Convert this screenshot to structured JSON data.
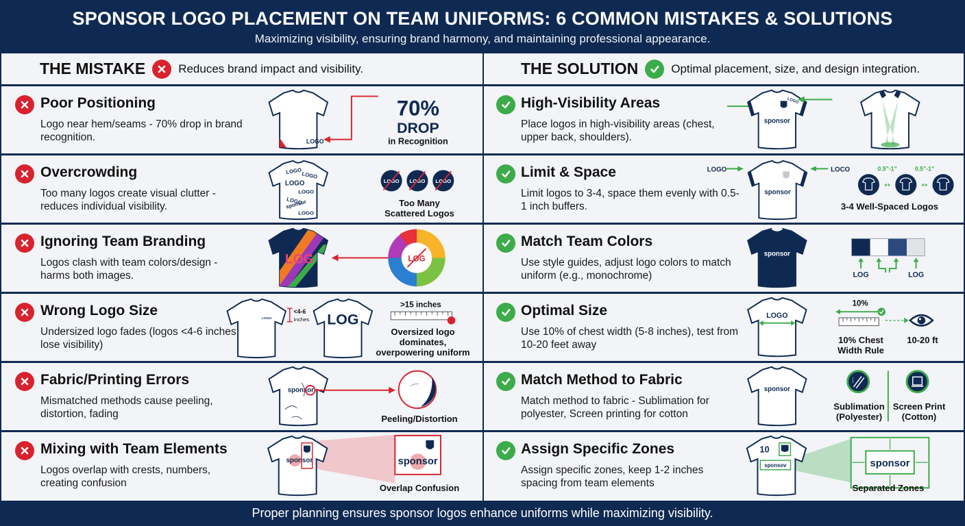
{
  "header": {
    "title": "SPONSOR LOGO PLACEMENT ON TEAM UNIFORMS: 6 COMMON MISTAKES & SOLUTIONS",
    "subtitle": "Maximizing visibility, ensuring brand harmony, and maintaining professional appearance."
  },
  "mistakes": {
    "heading": "THE MISTAKE",
    "heading_desc": "Reduces brand impact and visibility.",
    "icon": "x-circle-icon",
    "accent_color": "#d8232f",
    "items": [
      {
        "title": "Poor Positioning",
        "desc": "Logo near hem/seams - 70% drop in brand recognition.",
        "shirt_label": "LOGO",
        "stat_big": "70%",
        "stat_mid": "DROP",
        "stat_small": "in Recognition"
      },
      {
        "title": "Overcrowding",
        "desc": "Too many logos create visual clutter - reduces individual visibility.",
        "shirt_labels": [
          "LOGO",
          "LOGO",
          "LOGO",
          "LOGO",
          "LOGO",
          "sponsor",
          "LOGO"
        ],
        "circle_label": "LOGO",
        "caption": "Too Many Scattered Logos"
      },
      {
        "title": "Ignoring Team Branding",
        "desc": "Logos clash with team colors/design - harms both images.",
        "shirt_label": "LOG",
        "wheel_label": "LOG"
      },
      {
        "title": "Wrong Logo Size",
        "desc": "Undersized logo fades (logos <4-6 inches lose visibility)",
        "small_shirt_label": "LOGO",
        "measure_label": "<4-6 Inches",
        "big_shirt_label": "LOG",
        "ruler_label": ">15 inches",
        "caption": "Oversized logo dominates, overpowering uniform"
      },
      {
        "title": "Fabric/Printing Errors",
        "desc": "Mismatched methods cause peeling, distortion, fading",
        "shirt_label": "sponsor",
        "caption": "Peeling/Distortion"
      },
      {
        "title": "Mixing with Team Elements",
        "desc": "Logos overlap with crests, numbers, creating confusion",
        "shirt_label": "sponsor",
        "zoom_label": "sponsor",
        "caption": "Overlap Confusion"
      }
    ]
  },
  "solutions": {
    "heading": "THE SOLUTION",
    "heading_desc": "Optimal placement, size, and design integration.",
    "icon": "check-circle-icon",
    "accent_color": "#3cab4a",
    "items": [
      {
        "title": "High-Visibility Areas",
        "desc": "Place logos in high-visibility areas (chest, upper back, shoulders).",
        "shirt_label": "sponsor",
        "sleeve_label": "LOGO"
      },
      {
        "title": "Limit & Space",
        "desc": "Limit logos to 3-4, space them evenly with 0.5-1 inch buffers.",
        "left_label": "LOGO",
        "right_label": "LOCO",
        "shirt_label": "sponsor",
        "spacing_labels": [
          "0.5\"-1\"",
          "0.5\"-1\""
        ],
        "caption": "3-4 Well-Spaced Logos"
      },
      {
        "title": "Match Team Colors",
        "desc": "Use style guides, adjust logo colors to match uniform (e.g., monochrome)",
        "shirt_label": "sponsor",
        "swatches": [
          "#0f2a52",
          "#f7f8fa",
          "#2c4a7e",
          "#e2e3e5"
        ],
        "swatch_labels": [
          "LOG",
          "LOG"
        ]
      },
      {
        "title": "Optimal Size",
        "desc": "Use 10% of chest width (5-8 inches), test from 10-20 feet away",
        "shirt_label": "LOGO",
        "percent_label": "10%",
        "rule_caption": "10% Chest Width Rule",
        "distance_caption": "10-20 ft"
      },
      {
        "title": "Match Method to Fabric",
        "desc": "Match method to fabric - Sublimation for polyester, Screen printing for cotton",
        "shirt_label": "sponsor",
        "method_a": "Sublimation (Polyester)",
        "method_b": "Screen Print (Cotton)"
      },
      {
        "title": "Assign Specific Zones",
        "desc": "Assign specific zones, keep 1-2 inches spacing from team elements",
        "shirt_number": "10",
        "shirt_label": "sponsov",
        "zone_label": "sponsor",
        "caption": "Separated Zones"
      }
    ]
  },
  "footer": {
    "text": "Proper planning ensures sponsor logos enhance uniforms while maximizing visibility."
  }
}
